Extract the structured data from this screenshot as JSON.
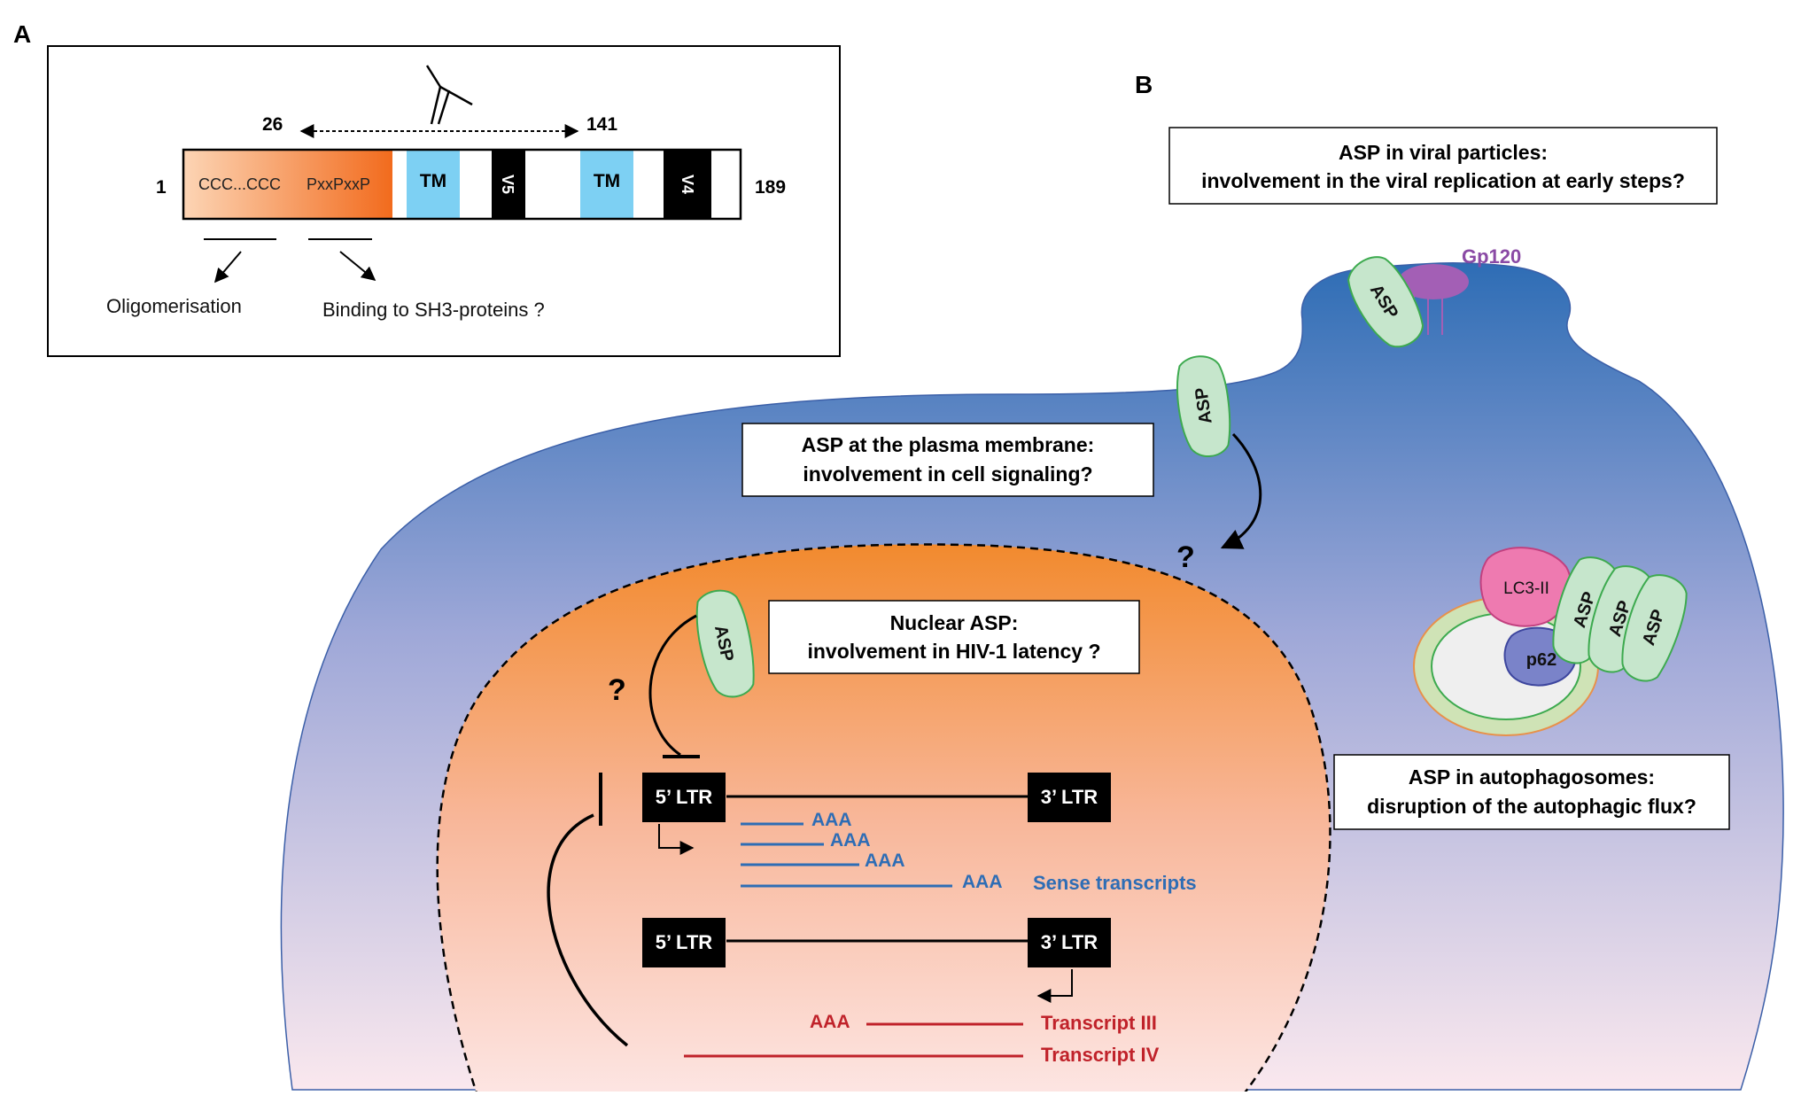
{
  "panels": {
    "a": "A",
    "b": "B"
  },
  "panel_a": {
    "range_start": "26",
    "range_end": "141",
    "pos_start": "1",
    "pos_end": "189",
    "domains": {
      "cys": "CCC...CCC",
      "pro": "PxxPxxP",
      "tm1": "TM",
      "v5": "V5",
      "tm2": "TM",
      "v4": "V4"
    },
    "annotations": {
      "oligo": "Oligomerisation",
      "sh3": "Binding to SH3-proteins ?"
    }
  },
  "panel_b": {
    "boxes": {
      "viral_line1": "ASP in viral particles:",
      "viral_line2": "involvement in the viral replication at early steps?",
      "membrane_line1": "ASP at the plasma membrane:",
      "membrane_line2": "involvement in cell signaling?",
      "nuclear_line1": "Nuclear ASP:",
      "nuclear_line2": "involvement in HIV-1 latency ?",
      "autophago_line1": "ASP in autophagosomes:",
      "autophago_line2": "disruption of the autophagic flux?"
    },
    "proteins": {
      "asp": "ASP",
      "gp120": "Gp120",
      "lc3": "LC3-II",
      "p62": "p62"
    },
    "question": "?",
    "ltr": {
      "five_prime": "5’ LTR",
      "three_prime": "3’ LTR"
    },
    "polya": "AAA",
    "sense_label": "Sense transcripts",
    "transcript3": "Transcript III",
    "transcript4": "Transcript IV"
  },
  "colors": {
    "cell_top": "#2e6db5",
    "cell_bottom": "#fae8ee",
    "nucleus_top": "#f28a2e",
    "nucleus_bottom": "#fde6e4",
    "asp_fill": "#c6e6cc",
    "asp_stroke": "#3daa4f",
    "gp120": "#a35fb5",
    "lc3": "#ee7ab0",
    "p62": "#7a83c9",
    "tm": "#7dd0f3",
    "sense": "#2e6db5",
    "antisense": "#c0222a"
  }
}
